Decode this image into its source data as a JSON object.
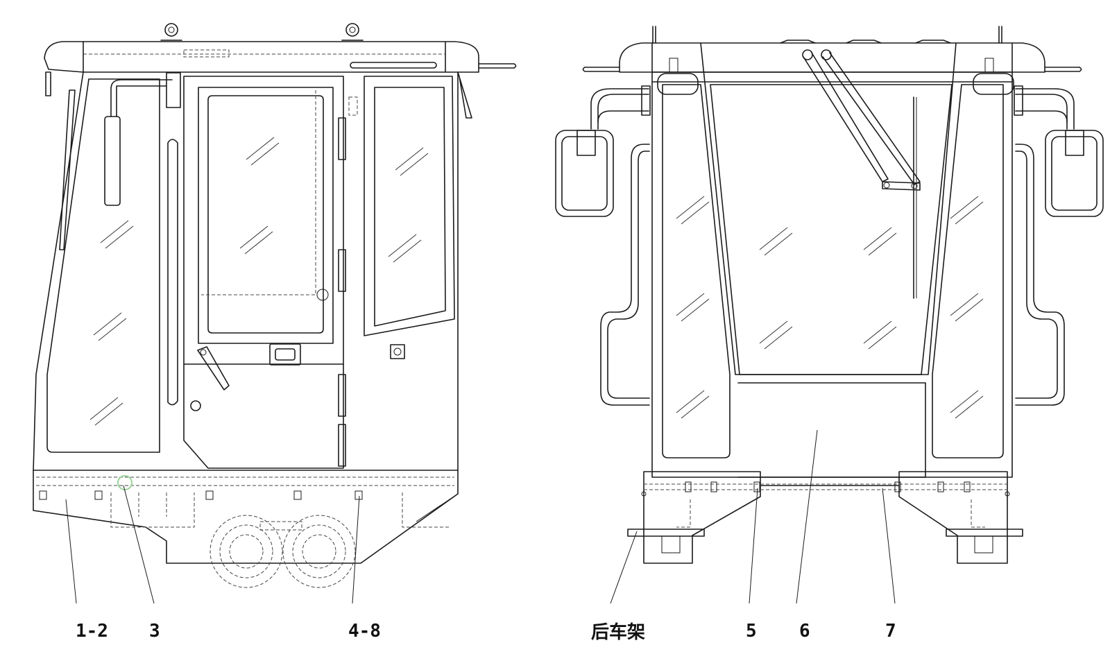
{
  "callouts": {
    "c1": "1-2",
    "c2": "3",
    "c3": "4-8",
    "rear_frame": "后车架",
    "c5": "5",
    "c6": "6",
    "c7": "7"
  },
  "colors": {
    "line": "#1a1a1a",
    "background": "#ffffff",
    "highlight": "#9bd39b"
  }
}
